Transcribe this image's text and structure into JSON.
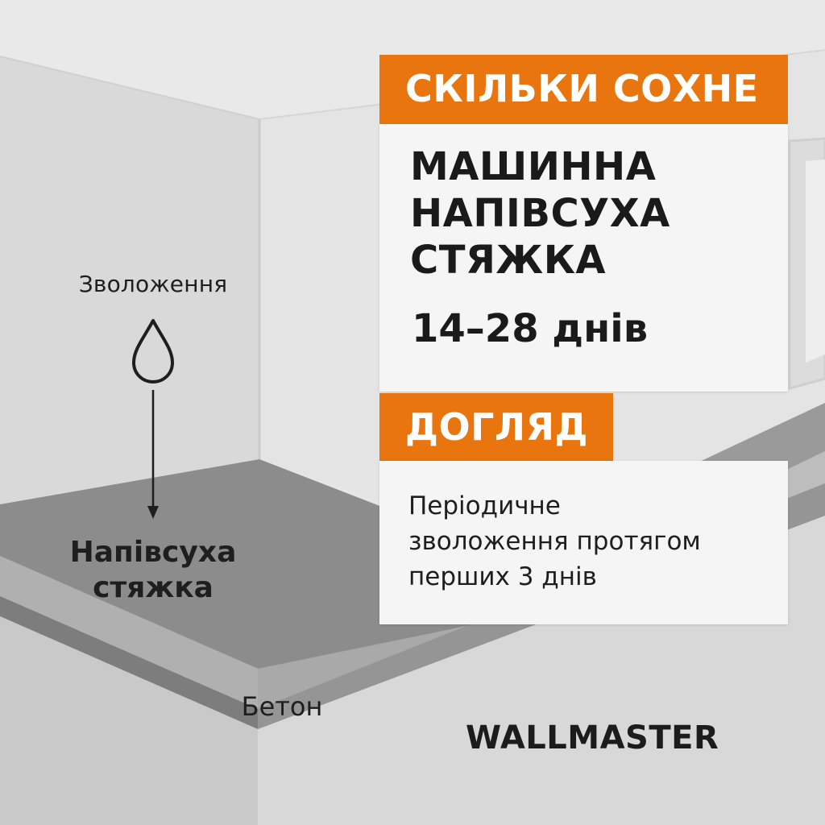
{
  "left": {
    "moisture_label": "Зволоження",
    "screed_label_lines": [
      "Напівсуха",
      "стяжка"
    ],
    "concrete_label": "Бетон",
    "icons": [
      "water-drop-icon",
      "arrow-down-icon"
    ]
  },
  "panel": {
    "drying_tag": "СКІЛЬКИ СОХНЕ",
    "product_lines": [
      "МАШИННА",
      "НАПІВСУХА",
      "СТЯЖКА"
    ],
    "drying_time": "14–28 днів",
    "care_tag": "ДОГЛЯД",
    "care_lines": [
      "Періодичне",
      "зволоження протягом",
      "перших 3 днів"
    ]
  },
  "brand": "WALLMASTER",
  "colors": {
    "accent": "#e8750d",
    "card": "#f5f5f5",
    "text": "#1a1a1a"
  }
}
